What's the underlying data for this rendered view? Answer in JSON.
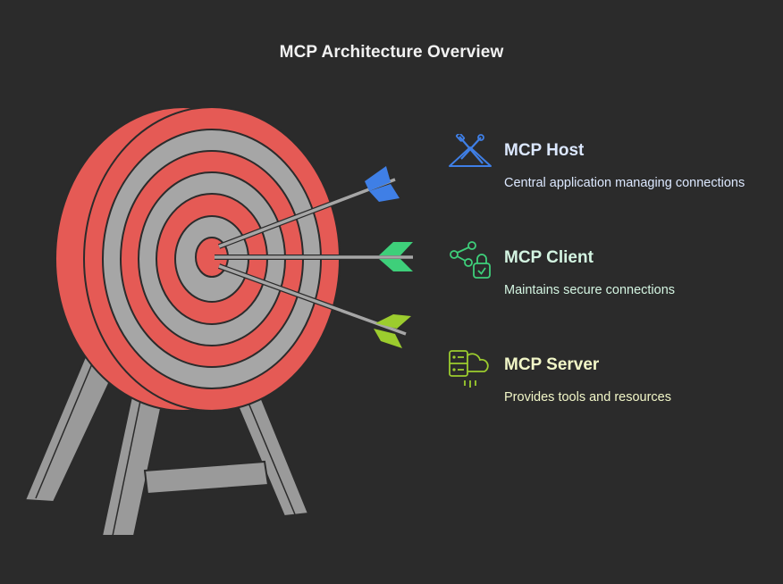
{
  "title": "MCP Architecture Overview",
  "items": [
    {
      "title": "MCP Host",
      "description": "Central application managing connections",
      "icon": "tools-icon",
      "color": "#3f7fe6"
    },
    {
      "title": "MCP Client",
      "description": "Maintains secure connections",
      "icon": "share-lock-icon",
      "color": "#3ecf7a"
    },
    {
      "title": "MCP Server",
      "description": "Provides tools and resources",
      "icon": "server-cloud-icon",
      "color": "#9ccc2e"
    }
  ],
  "colors": {
    "background": "#2b2b2b",
    "target_red": "#e55a55",
    "target_gray": "#a6a6a6",
    "stand_gray": "#9a9a9a",
    "arrow_blue": "#3f7fe6",
    "arrow_green": "#3ecf7a",
    "arrow_lime": "#9ccc2e"
  }
}
